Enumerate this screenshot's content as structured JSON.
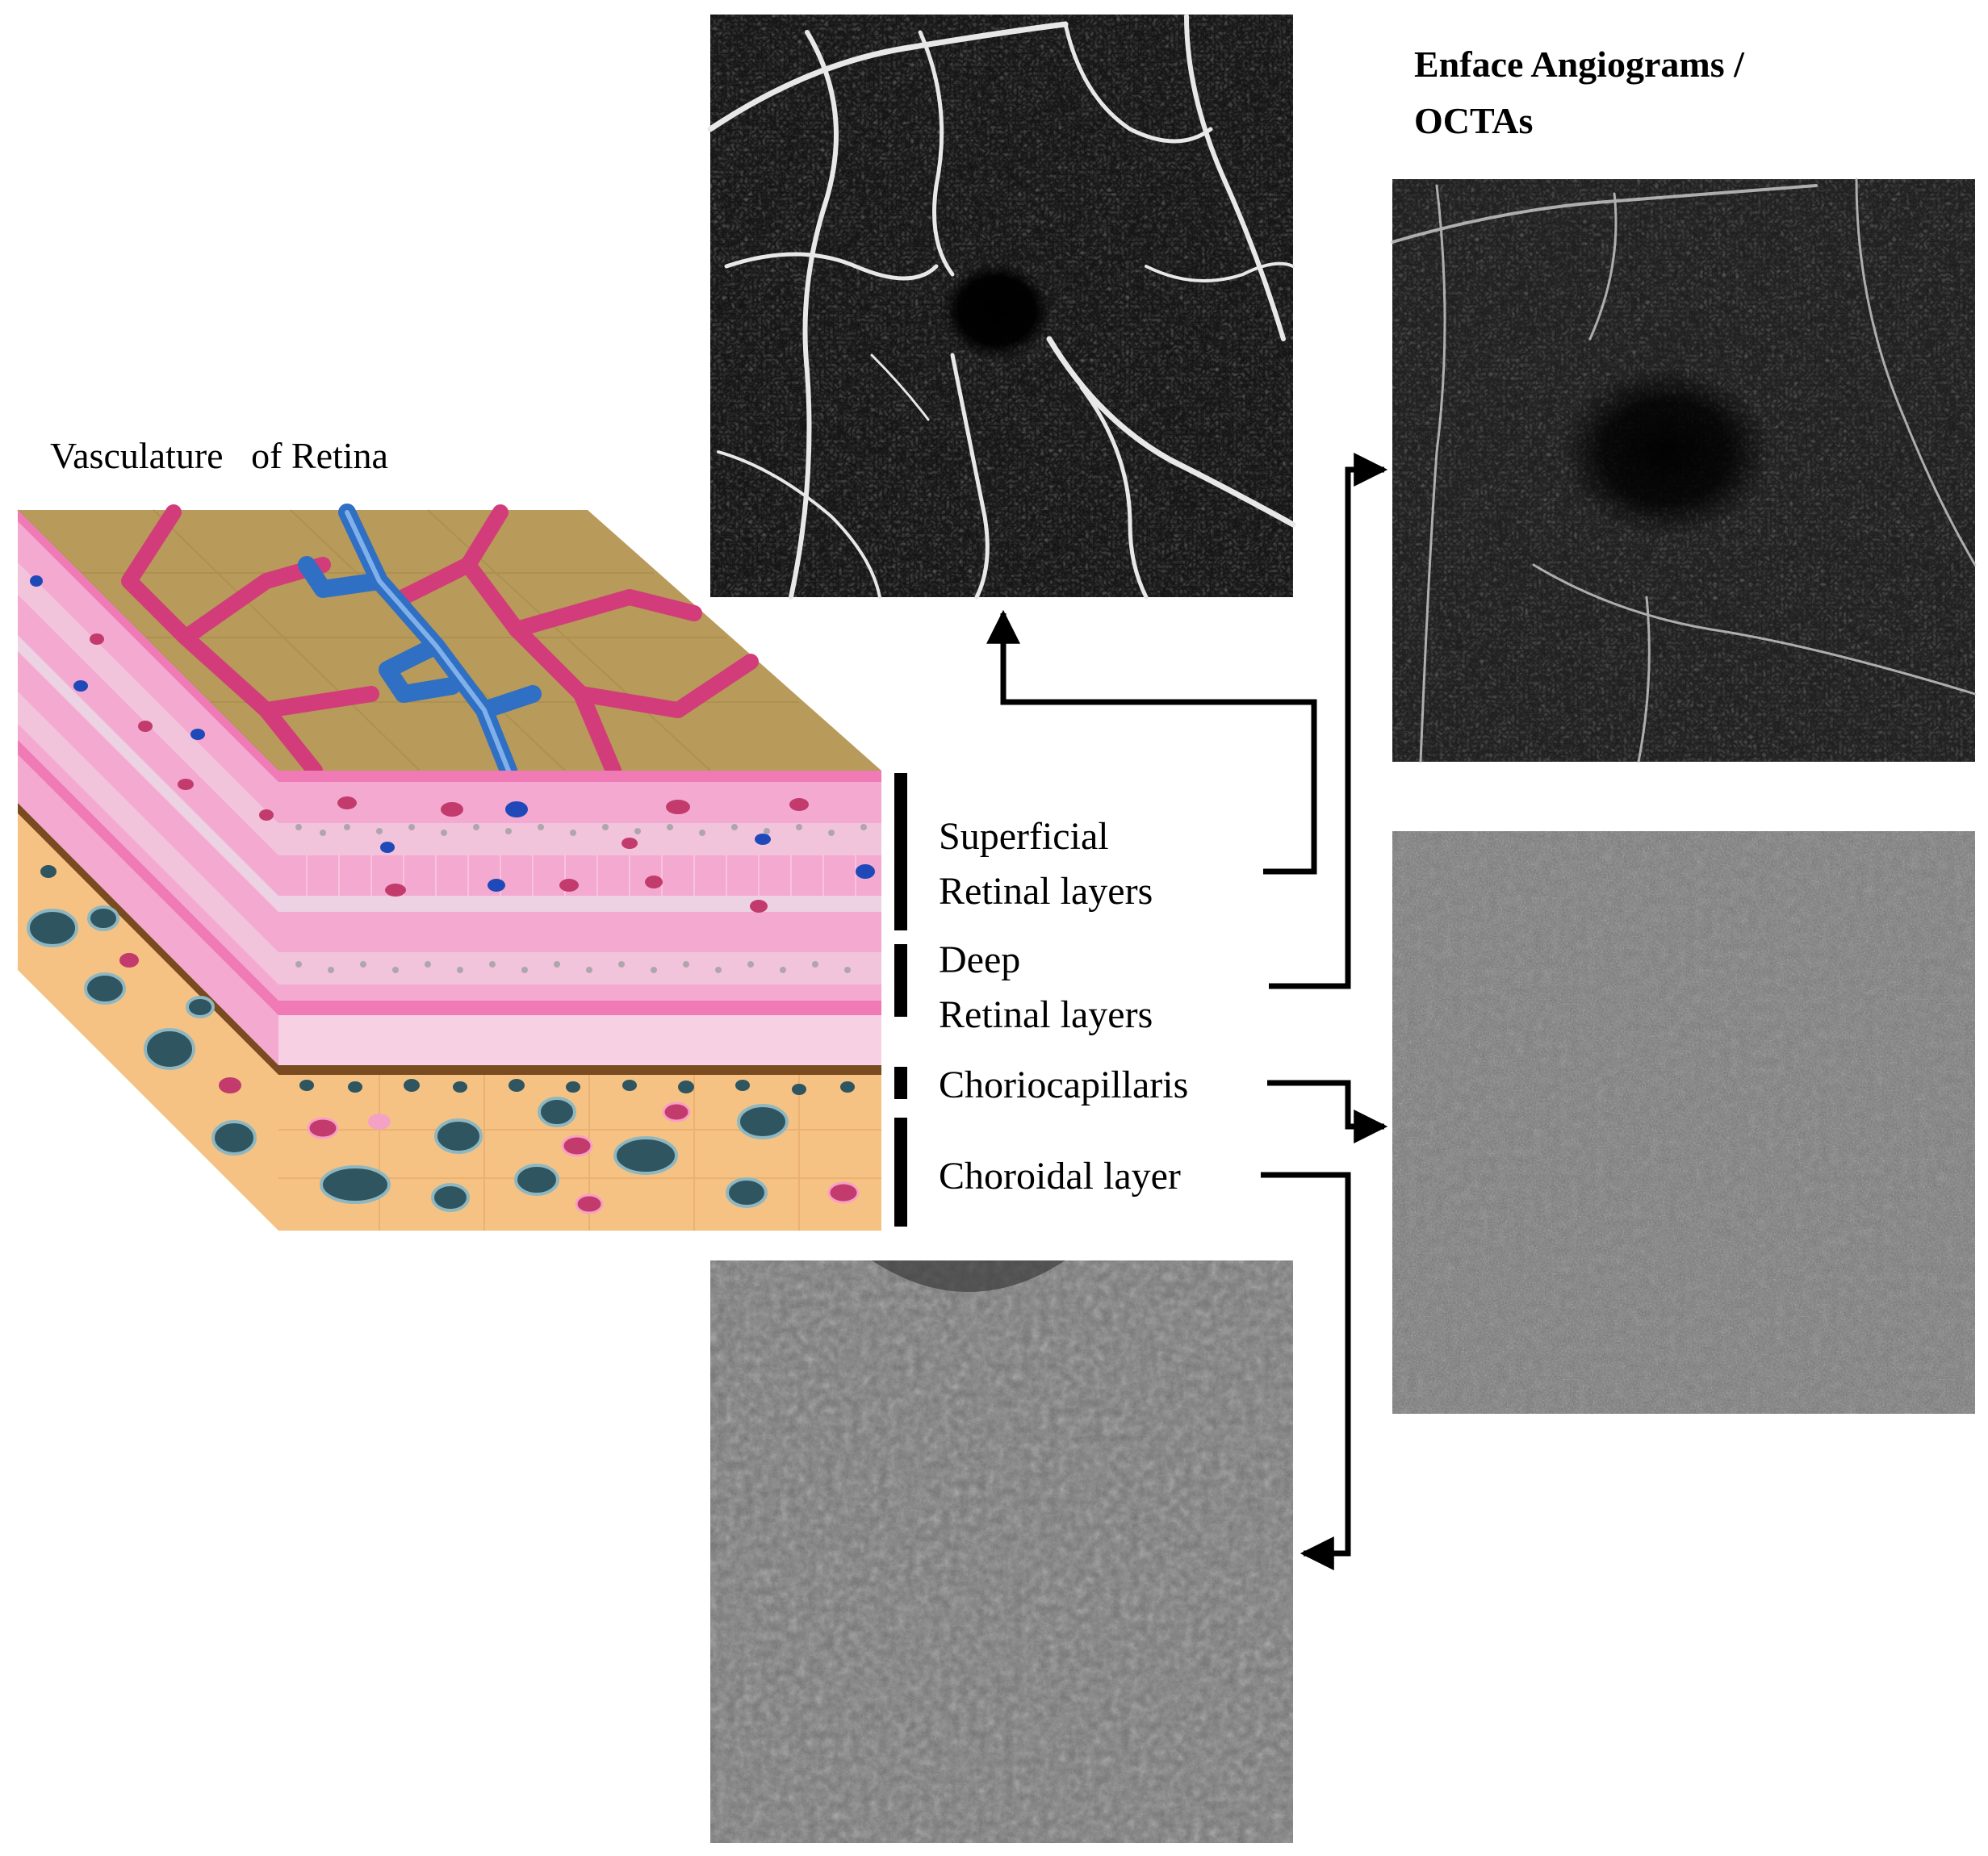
{
  "diagram_title": "Vasculature   of Retina",
  "heading_line1": "Enface Angiograms /",
  "heading_line2": "OCTAs",
  "layers": {
    "superficial_line1": "Superficial",
    "superficial_line2": "Retinal layers",
    "deep_line1": "Deep",
    "deep_line2": "Retinal layers",
    "choriocapillaris": "Choriocapillaris",
    "choroidal": "Choroidal layer"
  },
  "colors": {
    "surface_top": "#b89a5a",
    "artery": "#d23c7a",
    "vein": "#2f6fc4",
    "retina_pink": "#f4a9d0",
    "choroid_orange": "#f6c283",
    "vessel_dark": "#2e5560",
    "arrow": "#000000"
  }
}
